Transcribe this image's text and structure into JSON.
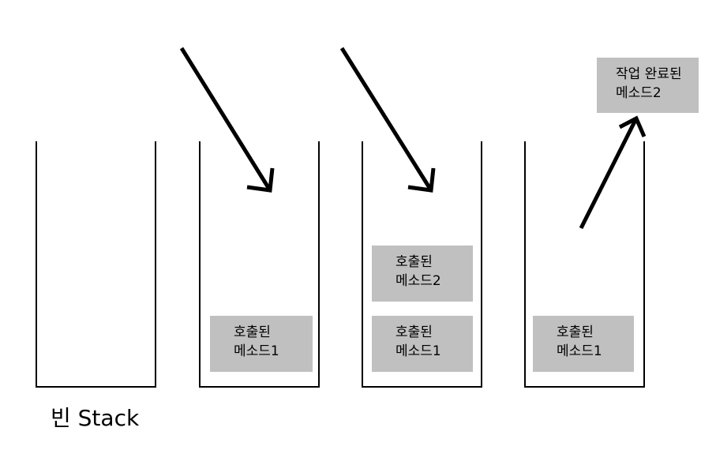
{
  "caption": "빈 Stack",
  "boxes": {
    "s2_m1": [
      "호출된",
      "메소드1"
    ],
    "s3_m2": [
      "호출된",
      "메소드2"
    ],
    "s3_m1": [
      "호출된",
      "메소드1"
    ],
    "s4_m1": [
      "호출된",
      "메소드1"
    ],
    "done_m2": [
      "작업 완료된",
      "메소드2"
    ]
  }
}
